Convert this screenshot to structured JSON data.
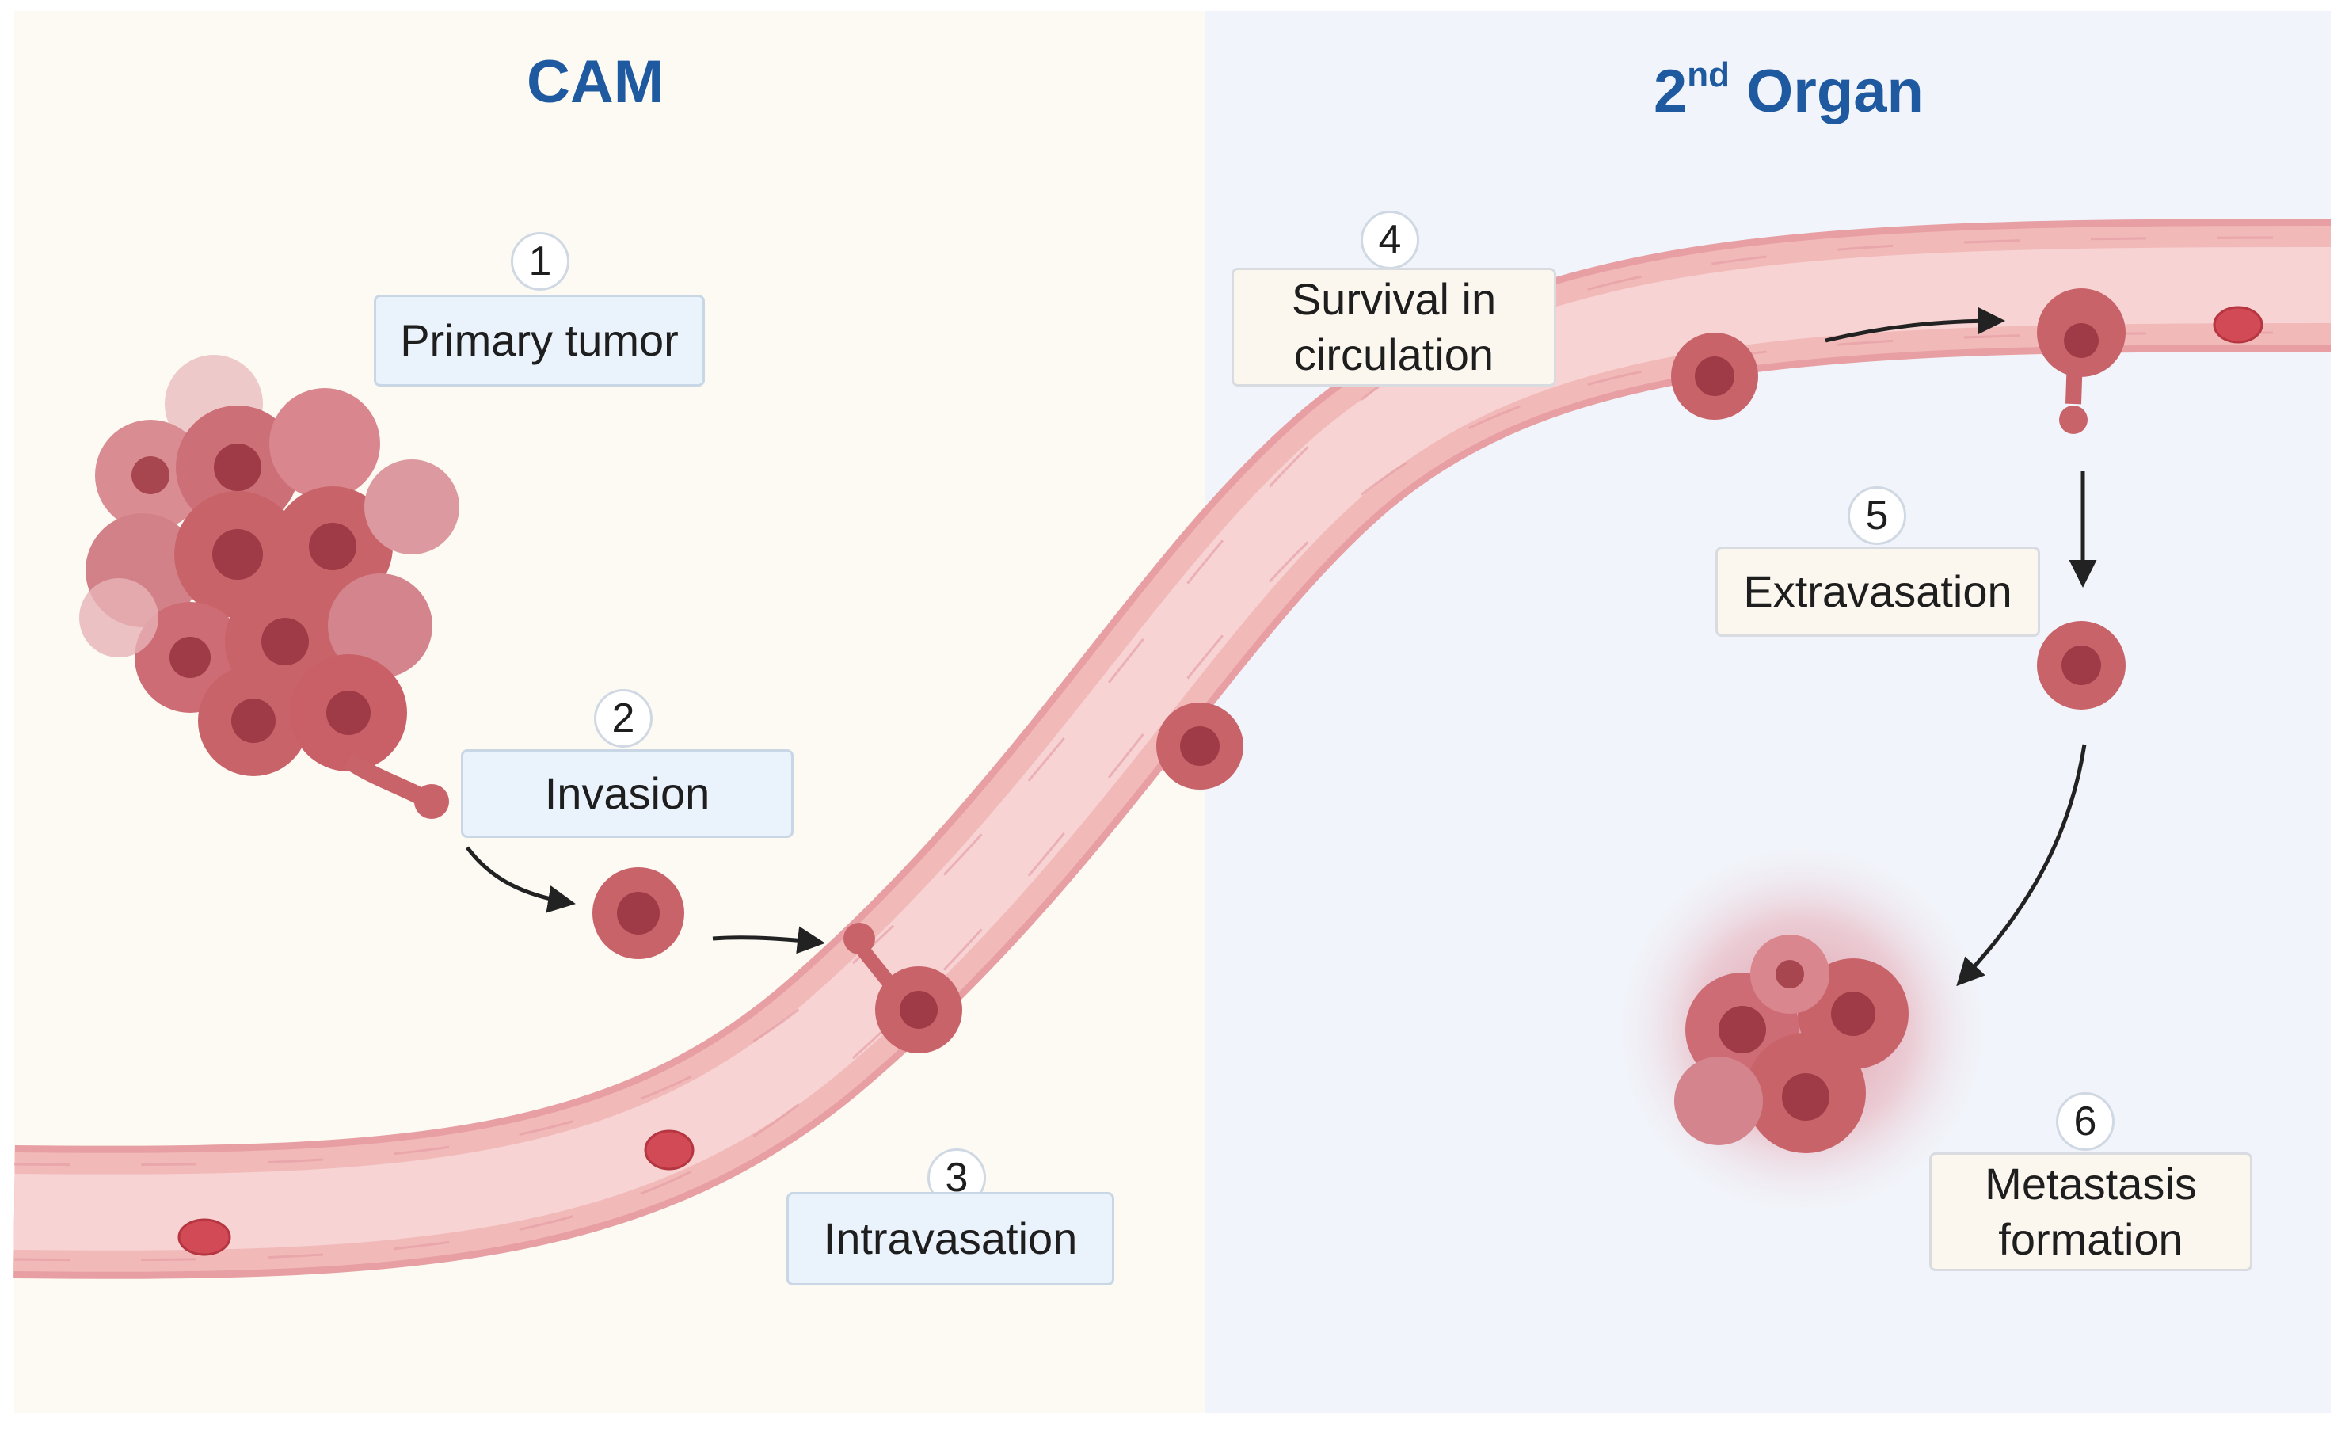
{
  "regions": {
    "left_title": "CAM",
    "right_title_number": "2",
    "right_title_sup": "nd",
    "right_title_word": "Organ"
  },
  "steps": [
    {
      "number": "1",
      "label": "Primary tumor"
    },
    {
      "number": "2",
      "label": "Invasion"
    },
    {
      "number": "3",
      "label": "Intravasation"
    },
    {
      "number": "4",
      "label": "Survival in\ncirculation"
    },
    {
      "number": "5",
      "label": "Extravasation"
    },
    {
      "number": "6",
      "label": "Metastasis\nformation"
    }
  ],
  "colors": {
    "left_background": "#fcfaf3",
    "right_background": "#f1f5fb",
    "title": "#1f5aa0",
    "vessel_wall": "#f0b6b6",
    "vessel_lumen": "#f6cfcf",
    "cell": "#c9636a",
    "nucleus": "#9e3b46",
    "arrow": "#222222"
  },
  "icons": [
    "tumor-cluster-icon",
    "tumor-cell-icon",
    "red-blood-cell-icon",
    "blood-vessel-icon",
    "arrow-icon",
    "metastasis-cluster-icon"
  ]
}
